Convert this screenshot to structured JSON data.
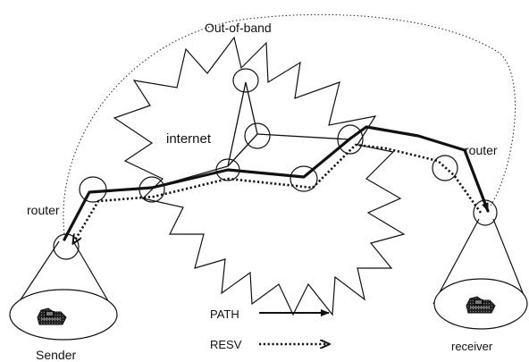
{
  "labels": {
    "out_of_band": "Out-of-band",
    "internet": "internet",
    "router_left": "router",
    "router_right": "router",
    "sender": "Sender",
    "receiver": "receiver",
    "path": "PATH",
    "resv": "RESV"
  },
  "legend": [
    {
      "label": "PATH",
      "style": "solid-arrow"
    },
    {
      "label": "RESV",
      "style": "dotted-arrow"
    }
  ],
  "icons": {
    "sender_device": "computer-icon",
    "receiver_device": "computer-icon"
  },
  "colors": {
    "line": "#111111",
    "background": "#ffffff"
  }
}
